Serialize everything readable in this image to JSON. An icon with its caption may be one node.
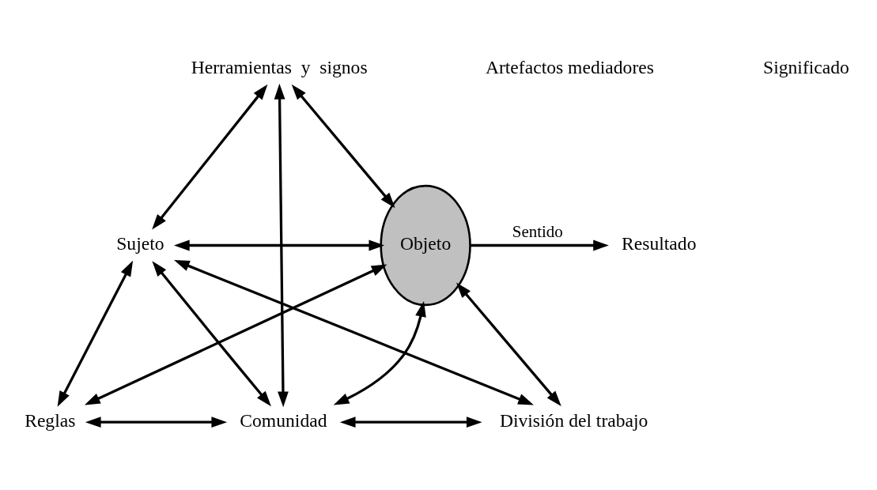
{
  "diagram": {
    "nodes": [
      {
        "text": [
          "Herramientas  y  signos"
        ]
      },
      {
        "text": [
          "Sujeto"
        ]
      },
      {
        "text": [
          "Objeto"
        ]
      },
      {
        "text": [
          "Resultado"
        ]
      },
      {
        "text": [
          "Reglas"
        ]
      },
      {
        "text": [
          "Comunidad"
        ]
      },
      {
        "text": [
          "División del trabajo"
        ]
      }
    ],
    "edges": [
      {
        "from": 0,
        "to": 1,
        "arrow": "both"
      },
      {
        "from": 0,
        "to": 2,
        "arrow": "both"
      },
      {
        "from": 0,
        "to": 5,
        "arrow": "both"
      },
      {
        "from": 1,
        "to": 2,
        "arrow": "both"
      },
      {
        "from": 2,
        "to": 3,
        "arrow": "to",
        "label": "Sentido"
      },
      {
        "from": 1,
        "to": 4,
        "arrow": "both"
      },
      {
        "from": 1,
        "to": 5,
        "arrow": "both"
      },
      {
        "from": 1,
        "to": 6,
        "arrow": "both"
      },
      {
        "from": 2,
        "to": 4,
        "arrow": "both"
      },
      {
        "from": 2,
        "to": 5,
        "arrow": "both"
      },
      {
        "from": 2,
        "to": 6,
        "arrow": "both"
      },
      {
        "from": 4,
        "to": 5,
        "arrow": "both"
      },
      {
        "from": 5,
        "to": 6,
        "arrow": "both"
      }
    ],
    "labels": [
      "Artefactos mediadores",
      "Significado"
    ]
  }
}
